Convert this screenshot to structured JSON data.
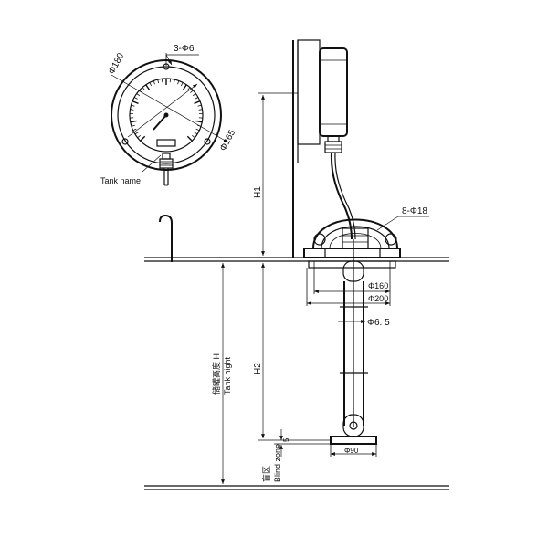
{
  "gauge": {
    "label_holes": "3-Φ6",
    "label_outer_dia": "Φ180",
    "label_inner_dia": "Φ165",
    "label_tank_name": "Tank name"
  },
  "mount": {
    "label_bolt_holes": "8-Φ18",
    "label_dia_160": "Φ160",
    "label_dia_200": "Φ200",
    "label_probe_dia": "Φ6. 5",
    "label_dia_90": "Φ90",
    "label_blind_value": "5"
  },
  "dimensions": {
    "h1": "H1",
    "h2": "H2",
    "tank_height_cn": "储罐高度 H",
    "tank_height_en": "Tank hight",
    "blind_zone_cn": "盲区",
    "blind_zone_en": "Blind zone"
  }
}
